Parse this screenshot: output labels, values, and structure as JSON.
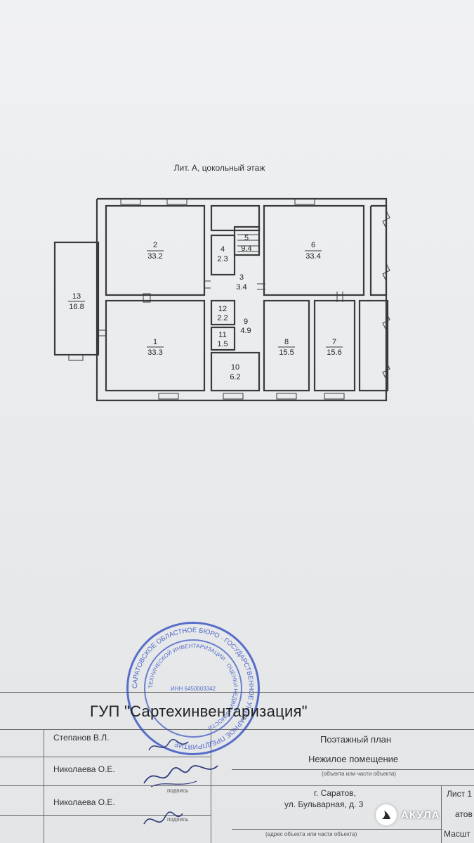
{
  "plan": {
    "title": "Лит. А, цокольный этаж",
    "rooms": [
      {
        "num": "2",
        "area": "33.2"
      },
      {
        "num": "1",
        "area": "33.3"
      },
      {
        "num": "13",
        "area": "16.8"
      },
      {
        "num": "4",
        "area": "2.3"
      },
      {
        "num": "5",
        "area": "9.4"
      },
      {
        "num": "3",
        "area": "3.4"
      },
      {
        "num": "12",
        "area": "2.2"
      },
      {
        "num": "11",
        "area": "1.5"
      },
      {
        "num": "9",
        "area": "4.9"
      },
      {
        "num": "10",
        "area": "6.2"
      },
      {
        "num": "6",
        "area": "33.4"
      },
      {
        "num": "8",
        "area": "15.5"
      },
      {
        "num": "7",
        "area": "15.6"
      }
    ]
  },
  "title_block": {
    "organization": "ГУП \"Сартехинвентаризация\"",
    "people": [
      "Степанов В.Л.",
      "Николаева О.Е.",
      "Николаева О.Е."
    ],
    "signature_caption": "подпись",
    "document_type": "Поэтажный план",
    "object_name": "Нежилое помещение",
    "object_caption": "(объекта или части объекта)",
    "city": "г. Саратов,",
    "street": "ул. Бульварная, д. 3",
    "address_caption": "(адрес объекта или части объекта)",
    "sheet_label": "Лист 1",
    "scale_label": "Масшт",
    "cut_label": "атов"
  },
  "stamp": {
    "outer_text": "САРАТОВСКОЕ ОБЛАСТНОЕ БЮРО · ГОСУДАРСТВЕННОЕ УНИТАРНОЕ ПРЕДПРИЯТИЕ",
    "inner_text": "ТЕХНИЧЕСКОЙ ИНВЕНТАРИЗАЦИИ · ОЦЕНКИ НЕДВИЖИМОСТИ",
    "inn": "ИНН 6450003342"
  },
  "watermark": {
    "brand": "АКУЛА"
  },
  "colors": {
    "stamp": "#2846be",
    "ink": "#2b2b2b"
  }
}
